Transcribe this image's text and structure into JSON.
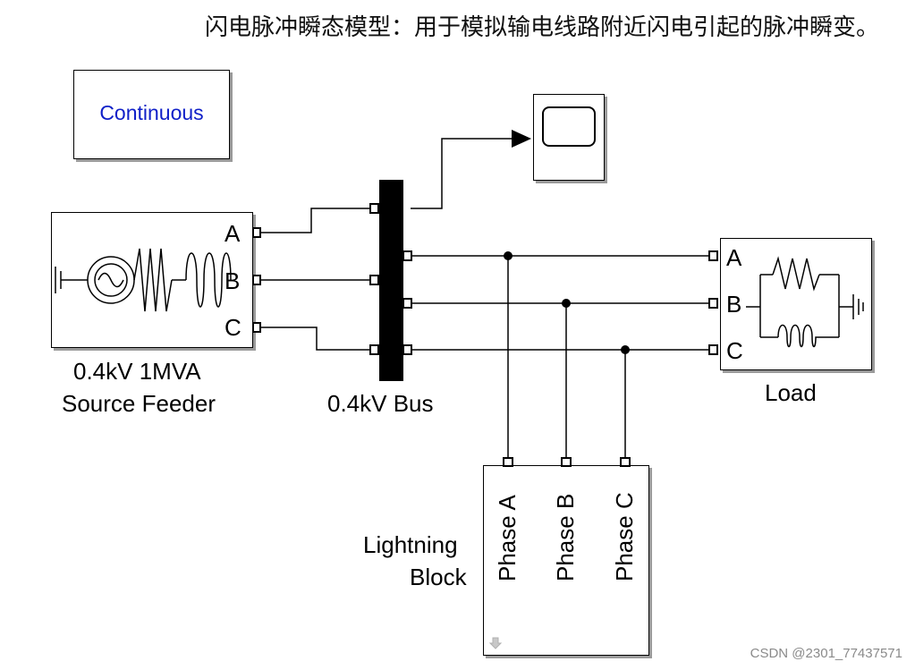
{
  "caption": "闪电脉冲瞬态模型：用于模拟输电线路附近闪电引起的脉冲瞬变。",
  "powergui": {
    "label": "Continuous"
  },
  "source": {
    "label_line1": "0.4kV 1MVA",
    "label_line2": "Source Feeder",
    "ports": [
      "A",
      "B",
      "C"
    ]
  },
  "bus": {
    "label": "0.4kV Bus"
  },
  "load": {
    "label": "Load",
    "ports": [
      "A",
      "B",
      "C"
    ]
  },
  "lightning": {
    "label_line1": "Lightning",
    "label_line2": "Block",
    "ports": [
      "Phase A",
      "Phase B",
      "Phase C"
    ]
  },
  "watermark": "CSDN @2301_77437571",
  "colors": {
    "powergui_text": "#1020c8",
    "line": "#000000",
    "shadow": "#9a9a9a"
  }
}
